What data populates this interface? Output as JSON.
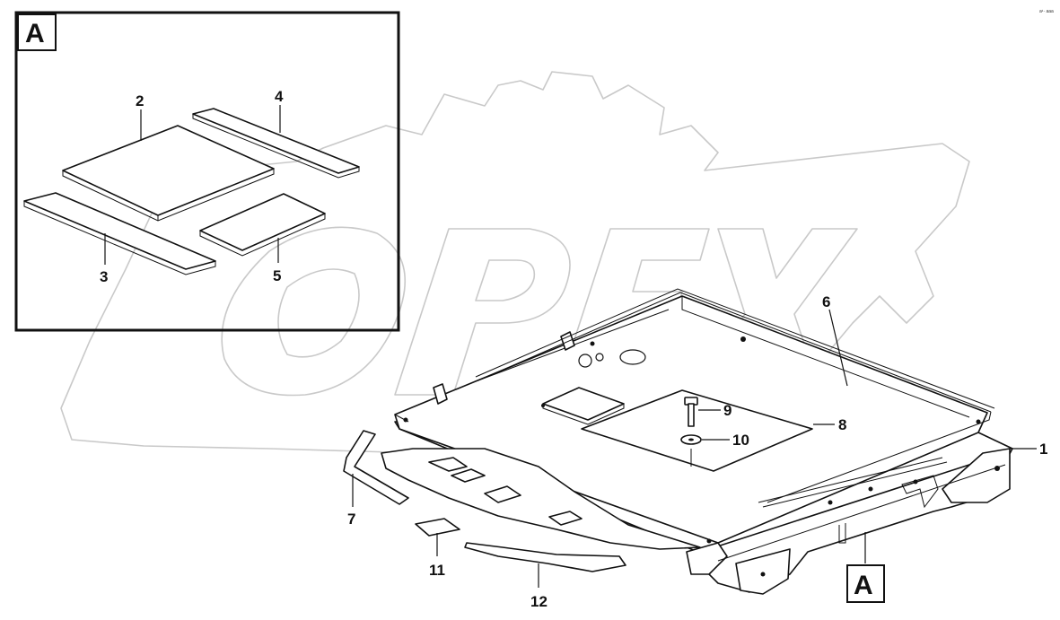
{
  "corner_code": "a¹· aaa",
  "watermark": {
    "text": "OPEX"
  },
  "detail_view": {
    "label": "A",
    "callouts": [
      "2",
      "4",
      "3",
      "5"
    ]
  },
  "main_view": {
    "callouts": [
      "1",
      "6",
      "7",
      "8",
      "9",
      "10",
      "11",
      "12"
    ],
    "view_marker_label": "A"
  }
}
